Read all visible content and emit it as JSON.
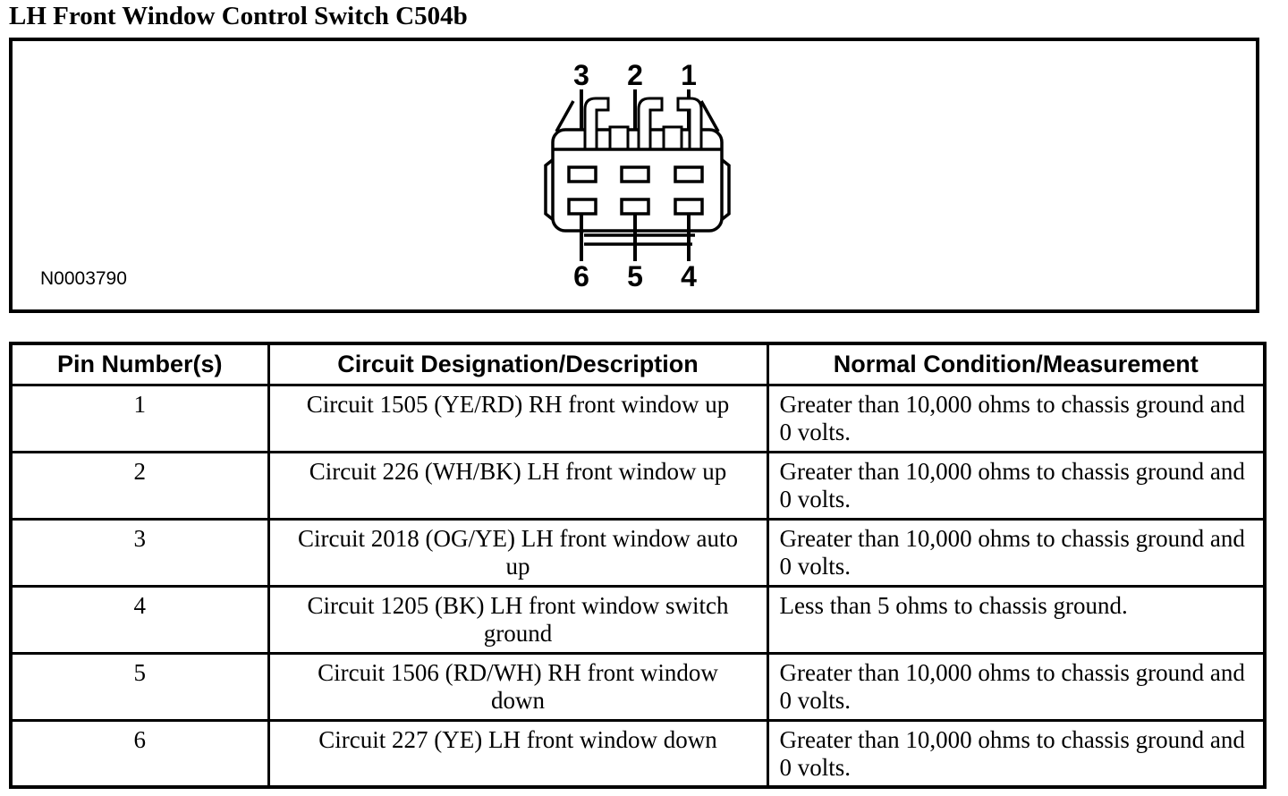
{
  "page": {
    "title": "LH Front Window Control Switch C504b"
  },
  "figure": {
    "figure_id": "N0003790",
    "connector_name": "6-pin connector face view",
    "pin_labels_top": [
      "3",
      "2",
      "1"
    ],
    "pin_labels_bottom": [
      "6",
      "5",
      "4"
    ]
  },
  "table": {
    "headers": [
      "Pin Number(s)",
      "Circuit Designation/Description",
      "Normal Condition/Measurement"
    ],
    "rows": [
      {
        "pin": "1",
        "circuit": "Circuit 1505 (YE/RD) RH front window up",
        "condition": "Greater than 10,000 ohms to chassis ground and 0 volts."
      },
      {
        "pin": "2",
        "circuit": "Circuit 226 (WH/BK) LH front window up",
        "condition": "Greater than 10,000 ohms to chassis ground and 0 volts."
      },
      {
        "pin": "3",
        "circuit": "Circuit 2018 (OG/YE) LH front window auto up",
        "condition": "Greater than 10,000 ohms to chassis ground and 0 volts."
      },
      {
        "pin": "4",
        "circuit": "Circuit 1205 (BK) LH front window switch ground",
        "condition": "Less than 5 ohms to chassis ground."
      },
      {
        "pin": "5",
        "circuit": "Circuit 1506 (RD/WH) RH front window down",
        "condition": "Greater than 10,000 ohms to chassis ground and 0 volts."
      },
      {
        "pin": "6",
        "circuit": "Circuit 227 (YE) LH front window down",
        "condition": "Greater than 10,000 ohms to chassis ground and 0 volts."
      }
    ]
  },
  "colors": {
    "ink": "#000000",
    "paper": "#ffffff"
  }
}
